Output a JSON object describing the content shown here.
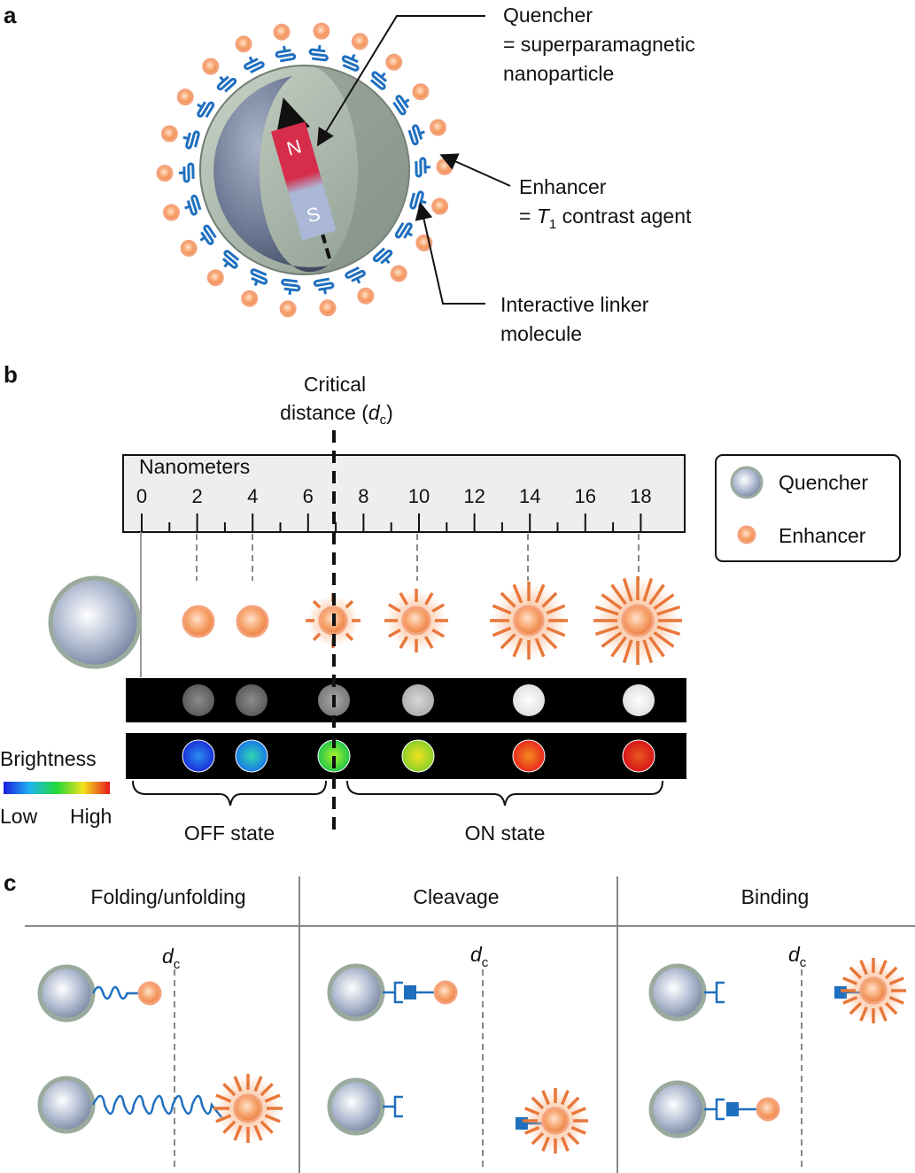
{
  "panel_a": {
    "letter": "a",
    "quencher_line1": "Quencher",
    "quencher_line2": "= superparamagnetic",
    "quencher_line3": "nanoparticle",
    "enhancer_line1": "Enhancer",
    "enhancer_line2_prefix": "= ",
    "enhancer_line2_var": "T",
    "enhancer_line2_sub": "1",
    "enhancer_line2_suffix": " contrast agent",
    "linker_line1": "Interactive linker",
    "linker_line2": "molecule",
    "magnet_north": "N",
    "magnet_south": "S"
  },
  "panel_b": {
    "letter": "b",
    "critical_line1": "Critical",
    "critical_line2_prefix": "distance (",
    "critical_line2_var": "d",
    "critical_line2_sub": "c",
    "critical_line2_suffix": ")",
    "ruler_title": "Nanometers",
    "ruler_ticks": [
      "0",
      "2",
      "4",
      "6",
      "8",
      "10",
      "12",
      "14",
      "16",
      "18"
    ],
    "legend_quencher": "Quencher",
    "legend_enhancer": "Enhancer",
    "brightness_label": "Brightness",
    "brightness_low": "Low",
    "brightness_high": "High",
    "off_state": "OFF state",
    "on_state": "ON state"
  },
  "panel_c": {
    "letter": "c",
    "col1": "Folding/unfolding",
    "col2": "Cleavage",
    "col3": "Binding",
    "dc_var": "d",
    "dc_sub": "c"
  },
  "colors": {
    "quencher_shell": "#9aab9e",
    "quencher_core": "#7d8aa3",
    "enhancer": "#f08a4b",
    "linker": "#1f6fbf",
    "magnet_north": "#d62d4b",
    "magnet_south": "#aab7d6"
  }
}
